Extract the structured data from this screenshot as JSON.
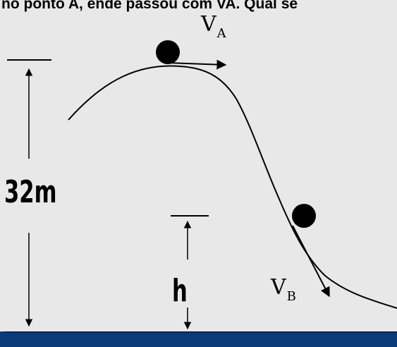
{
  "top_text": "no ponto A, ende passou com VA. Qual se",
  "labels": {
    "height_total": "32m",
    "height_h": "h",
    "velocity_a": "V",
    "velocity_a_sub": "A",
    "velocity_b": "V",
    "velocity_b_sub": "B"
  },
  "colors": {
    "background": "#e8e8e8",
    "ground": "#0a3a78",
    "ink": "#000000"
  }
}
